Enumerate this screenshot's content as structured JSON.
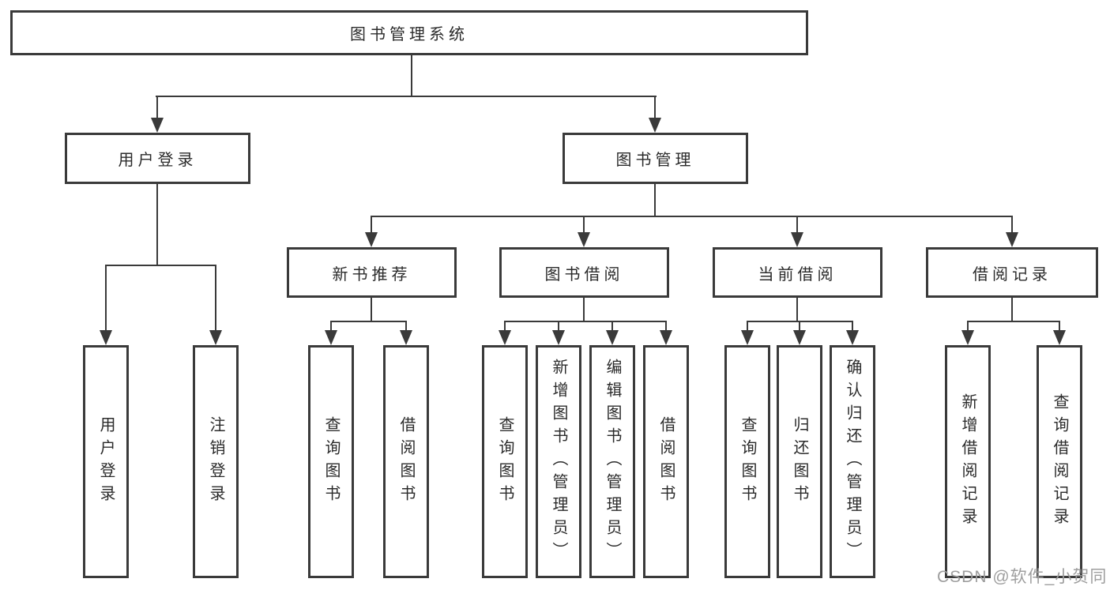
{
  "root": {
    "label": "图书管理系统"
  },
  "level2": [
    {
      "label": "用户登录"
    },
    {
      "label": "图书管理"
    }
  ],
  "level3": [
    {
      "label": "新书推荐"
    },
    {
      "label": "图书借阅"
    },
    {
      "label": "当前借阅"
    },
    {
      "label": "借阅记录"
    }
  ],
  "leaves": {
    "login_group": [
      "用户登录",
      "注销登录"
    ],
    "recommend_group": [
      "查询图书",
      "借阅图书"
    ],
    "borrow_group": [
      "查询图书",
      "新增图书（管理员）",
      "编辑图书（管理员）",
      "借阅图书"
    ],
    "current_group": [
      "查询图书",
      "归还图书",
      "确认归还（管理员）"
    ],
    "record_group": [
      "新增借阅记录",
      "查询借阅记录"
    ]
  },
  "watermark": "CSDN @软件_小贺同学",
  "colors": {
    "line": "#3a3a3a",
    "text": "#2b2b2b",
    "watermark": "#9e9e9e",
    "background": "#ffffff"
  }
}
